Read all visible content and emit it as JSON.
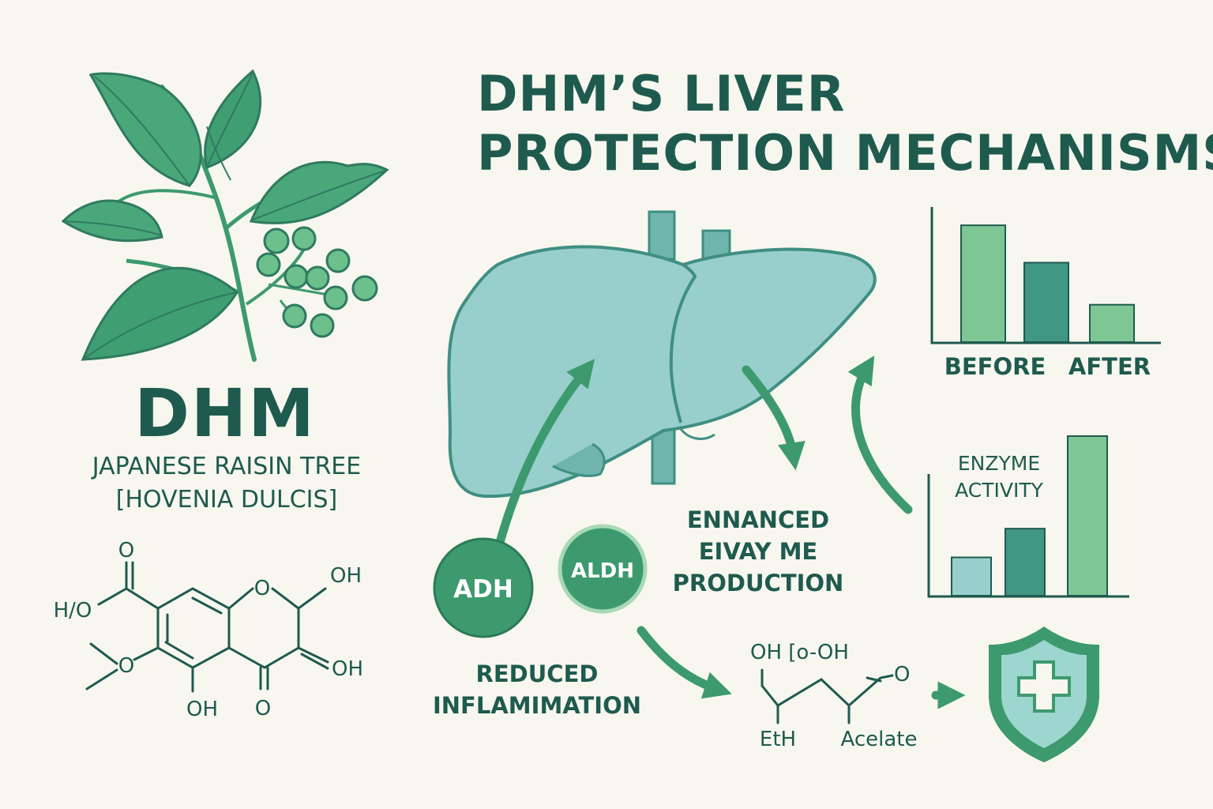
{
  "title": {
    "line1": "DHM’S LIVER",
    "line2": "PROTECTION MECHANISMS"
  },
  "compound": {
    "name": "DHM",
    "source_line1": "JAPANESE RAISIN TREE",
    "source_line2": "[HOVENIA DULCIS]"
  },
  "structure_labels": {
    "o_top": "O",
    "ho": "H/O",
    "oh_top": "OH",
    "o_ring": "O",
    "oh_right": "OH",
    "o_left": "O",
    "o_bottom": "O",
    "oh_bottom": "OH"
  },
  "enzymes": {
    "adh": "ADH",
    "aldh": "ALDH"
  },
  "mechanisms": {
    "enhanced_line1": "ENNANCED",
    "enhanced_line2": "EIVAY ME",
    "enhanced_line3": "PRODUCTION",
    "reduced_line1": "REDUCED",
    "reduced_line2": "INFLAMIMATION"
  },
  "metabolism": {
    "oh_label": "OH [o-OH",
    "o_label": "O",
    "eth_label": "EtH",
    "acetate_label": "Acelate"
  },
  "colors": {
    "dark_green": "#1f5a4e",
    "mid_green": "#3d9a6e",
    "light_green": "#7ec794",
    "teal": "#3f9784",
    "liver": "#98cfcc",
    "background": "#f7f7ef"
  },
  "chart_data": [
    {
      "type": "bar",
      "categories": [
        "BEFORE",
        "AFTER"
      ],
      "values": [
        100,
        68,
        32
      ],
      "colors": [
        "#7ec794",
        "#3f9784",
        "#7ec794"
      ],
      "ylim": [
        0,
        115
      ]
    },
    {
      "type": "bar",
      "title": "ENZYME ACTIVITY",
      "values": [
        24,
        42,
        100
      ],
      "colors": [
        "#98cfcc",
        "#3f9784",
        "#7ec794"
      ],
      "ylim": [
        0,
        100
      ]
    }
  ]
}
